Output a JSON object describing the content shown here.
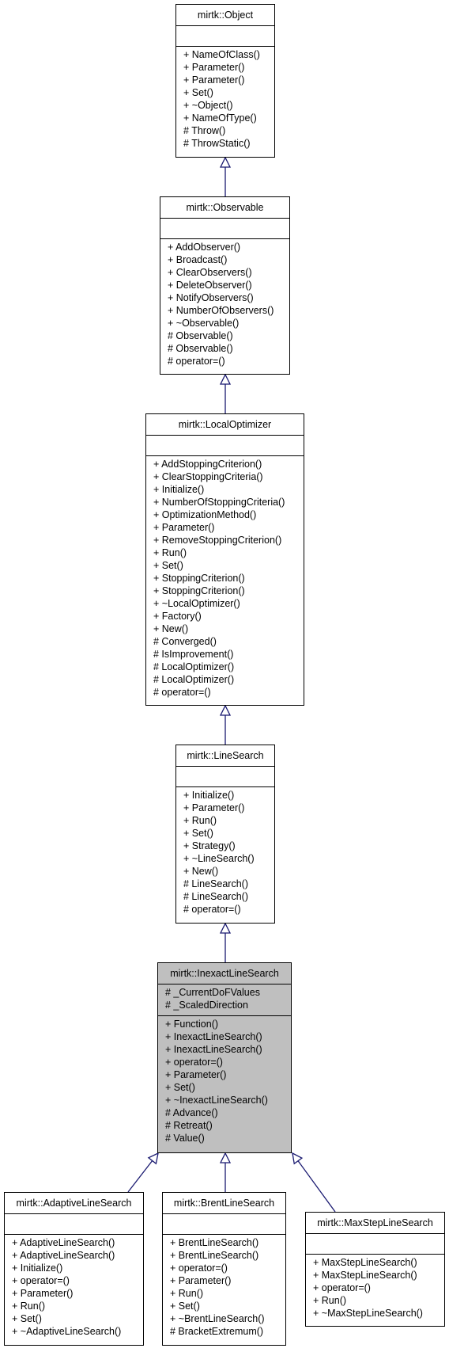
{
  "classes": [
    {
      "id": "object",
      "title": "mirtk::Object",
      "highlight": false,
      "attributes": [],
      "methods": [
        "+ NameOfClass()",
        "+ Parameter()",
        "+ Parameter()",
        "+ Set()",
        "+ ~Object()",
        "+ NameOfType()",
        "# Throw()",
        "# ThrowStatic()"
      ]
    },
    {
      "id": "observable",
      "title": "mirtk::Observable",
      "highlight": false,
      "attributes": [],
      "methods": [
        "+ AddObserver()",
        "+ Broadcast()",
        "+ ClearObservers()",
        "+ DeleteObserver()",
        "+ NotifyObservers()",
        "+ NumberOfObservers()",
        "+ ~Observable()",
        "# Observable()",
        "# Observable()",
        "# operator=()"
      ]
    },
    {
      "id": "local-optimizer",
      "title": "mirtk::LocalOptimizer",
      "highlight": false,
      "attributes": [],
      "methods": [
        "+ AddStoppingCriterion()",
        "+ ClearStoppingCriteria()",
        "+ Initialize()",
        "+ NumberOfStoppingCriteria()",
        "+ OptimizationMethod()",
        "+ Parameter()",
        "+ RemoveStoppingCriterion()",
        "+ Run()",
        "+ Set()",
        "+ StoppingCriterion()",
        "+ StoppingCriterion()",
        "+ ~LocalOptimizer()",
        "+ Factory()",
        "+ New()",
        "# Converged()",
        "# IsImprovement()",
        "# LocalOptimizer()",
        "# LocalOptimizer()",
        "# operator=()"
      ]
    },
    {
      "id": "line-search",
      "title": "mirtk::LineSearch",
      "highlight": false,
      "attributes": [],
      "methods": [
        "+ Initialize()",
        "+ Parameter()",
        "+ Run()",
        "+ Set()",
        "+ Strategy()",
        "+ ~LineSearch()",
        "+ New()",
        "# LineSearch()",
        "# LineSearch()",
        "# operator=()"
      ]
    },
    {
      "id": "inexact-line-search",
      "title": "mirtk::InexactLineSearch",
      "highlight": true,
      "attributes": [
        "# _CurrentDoFValues",
        "# _ScaledDirection"
      ],
      "methods": [
        "+ Function()",
        "+ InexactLineSearch()",
        "+ InexactLineSearch()",
        "+ operator=()",
        "+ Parameter()",
        "+ Set()",
        "+ ~InexactLineSearch()",
        "# Advance()",
        "# Retreat()",
        "# Value()"
      ]
    },
    {
      "id": "adaptive-line-search",
      "title": "mirtk::AdaptiveLineSearch",
      "highlight": false,
      "attributes": [],
      "methods": [
        "+ AdaptiveLineSearch()",
        "+ AdaptiveLineSearch()",
        "+ Initialize()",
        "+ operator=()",
        "+ Parameter()",
        "+ Run()",
        "+ Set()",
        "+ ~AdaptiveLineSearch()"
      ]
    },
    {
      "id": "brent-line-search",
      "title": "mirtk::BrentLineSearch",
      "highlight": false,
      "attributes": [],
      "methods": [
        "+ BrentLineSearch()",
        "+ BrentLineSearch()",
        "+ operator=()",
        "+ Parameter()",
        "+ Run()",
        "+ Set()",
        "+ ~BrentLineSearch()",
        "# BracketExtremum()"
      ]
    },
    {
      "id": "max-step-line-search",
      "title": "mirtk::MaxStepLineSearch",
      "highlight": false,
      "attributes": [],
      "methods": [
        "+ MaxStepLineSearch()",
        "+ MaxStepLineSearch()",
        "+ operator=()",
        "+ Run()",
        "+ ~MaxStepLineSearch()"
      ]
    }
  ],
  "edges": [
    {
      "from": "observable",
      "to": "object"
    },
    {
      "from": "local-optimizer",
      "to": "observable"
    },
    {
      "from": "line-search",
      "to": "local-optimizer"
    },
    {
      "from": "inexact-line-search",
      "to": "line-search"
    },
    {
      "from": "adaptive-line-search",
      "to": "inexact-line-search"
    },
    {
      "from": "brent-line-search",
      "to": "inexact-line-search"
    },
    {
      "from": "max-step-line-search",
      "to": "inexact-line-search"
    }
  ],
  "colors": {
    "edge": "#191970",
    "highlight_fill": "#bfbfbf",
    "border": "#000000"
  }
}
